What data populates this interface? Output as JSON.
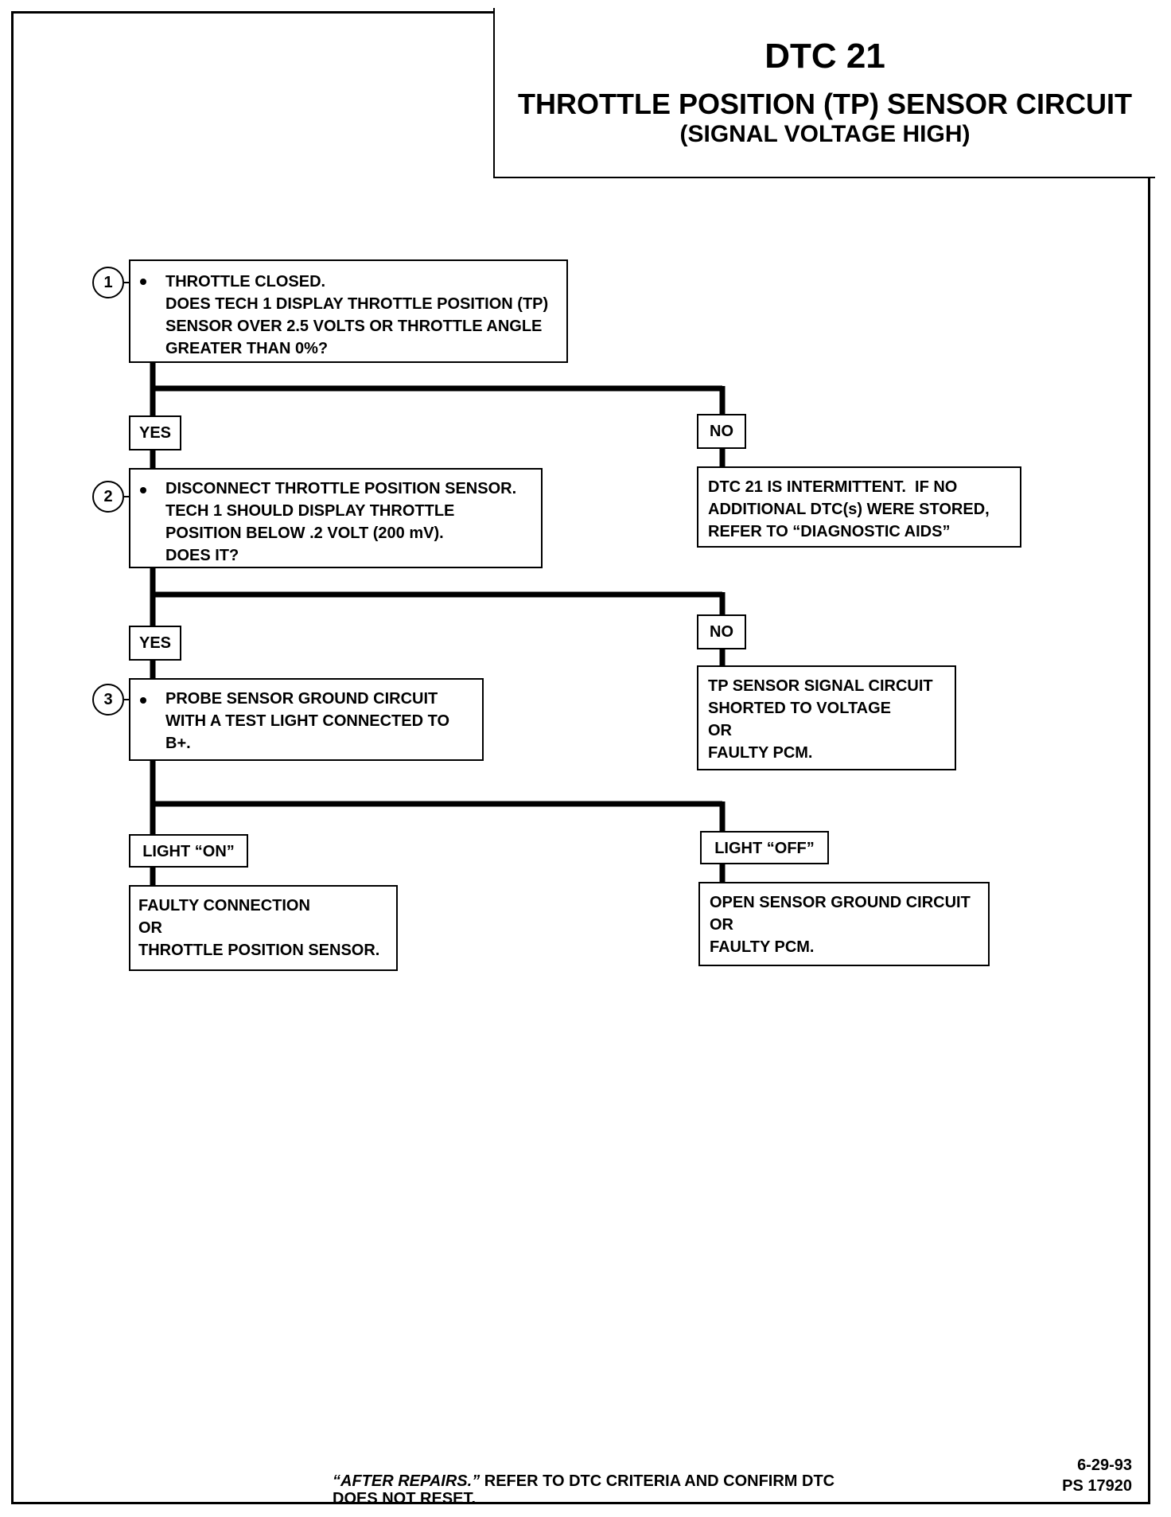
{
  "title": {
    "dtc": "DTC 21",
    "circuit": "THROTTLE POSITION (TP) SENSOR CIRCUIT",
    "condition": "(SIGNAL VOLTAGE HIGH)"
  },
  "steps": [
    {
      "number": "1",
      "lines": "THROTTLE CLOSED.\nDOES TECH 1 DISPLAY THROTTLE POSITION (TP)\nSENSOR OVER 2.5 VOLTS OR THROTTLE ANGLE\nGREATER THAN 0%?"
    },
    {
      "number": "2",
      "lines": "DISCONNECT THROTTLE POSITION SENSOR.\nTECH 1 SHOULD DISPLAY THROTTLE\nPOSITION BELOW .2 VOLT (200 mV).\nDOES IT?"
    },
    {
      "number": "3",
      "lines": "PROBE SENSOR GROUND CIRCUIT\nWITH A TEST LIGHT CONNECTED TO\nB+."
    }
  ],
  "branch_labels": {
    "yes1": "YES",
    "no1": "NO",
    "yes2": "YES",
    "no2": "NO",
    "on3": "LIGHT “ON”",
    "off3": "LIGHT “OFF”"
  },
  "results": {
    "no1": "DTC 21 IS INTERMITTENT.  IF NO\nADDITIONAL DTC(s) WERE STORED,\nREFER TO “DIAGNOSTIC AIDS”",
    "no2": "TP SENSOR SIGNAL CIRCUIT\nSHORTED TO VOLTAGE\nOR\nFAULTY PCM.",
    "on3": "FAULTY CONNECTION\nOR\nTHROTTLE POSITION SENSOR.",
    "off3": "OPEN SENSOR GROUND CIRCUIT\nOR\nFAULTY PCM."
  },
  "footer": {
    "after_repairs": "“AFTER REPAIRS.”",
    "note_line1": " REFER TO DTC CRITERIA AND CONFIRM DTC",
    "note_line2": "DOES NOT RESET.",
    "date": "6-29-93",
    "ps_code": "PS 17920"
  }
}
